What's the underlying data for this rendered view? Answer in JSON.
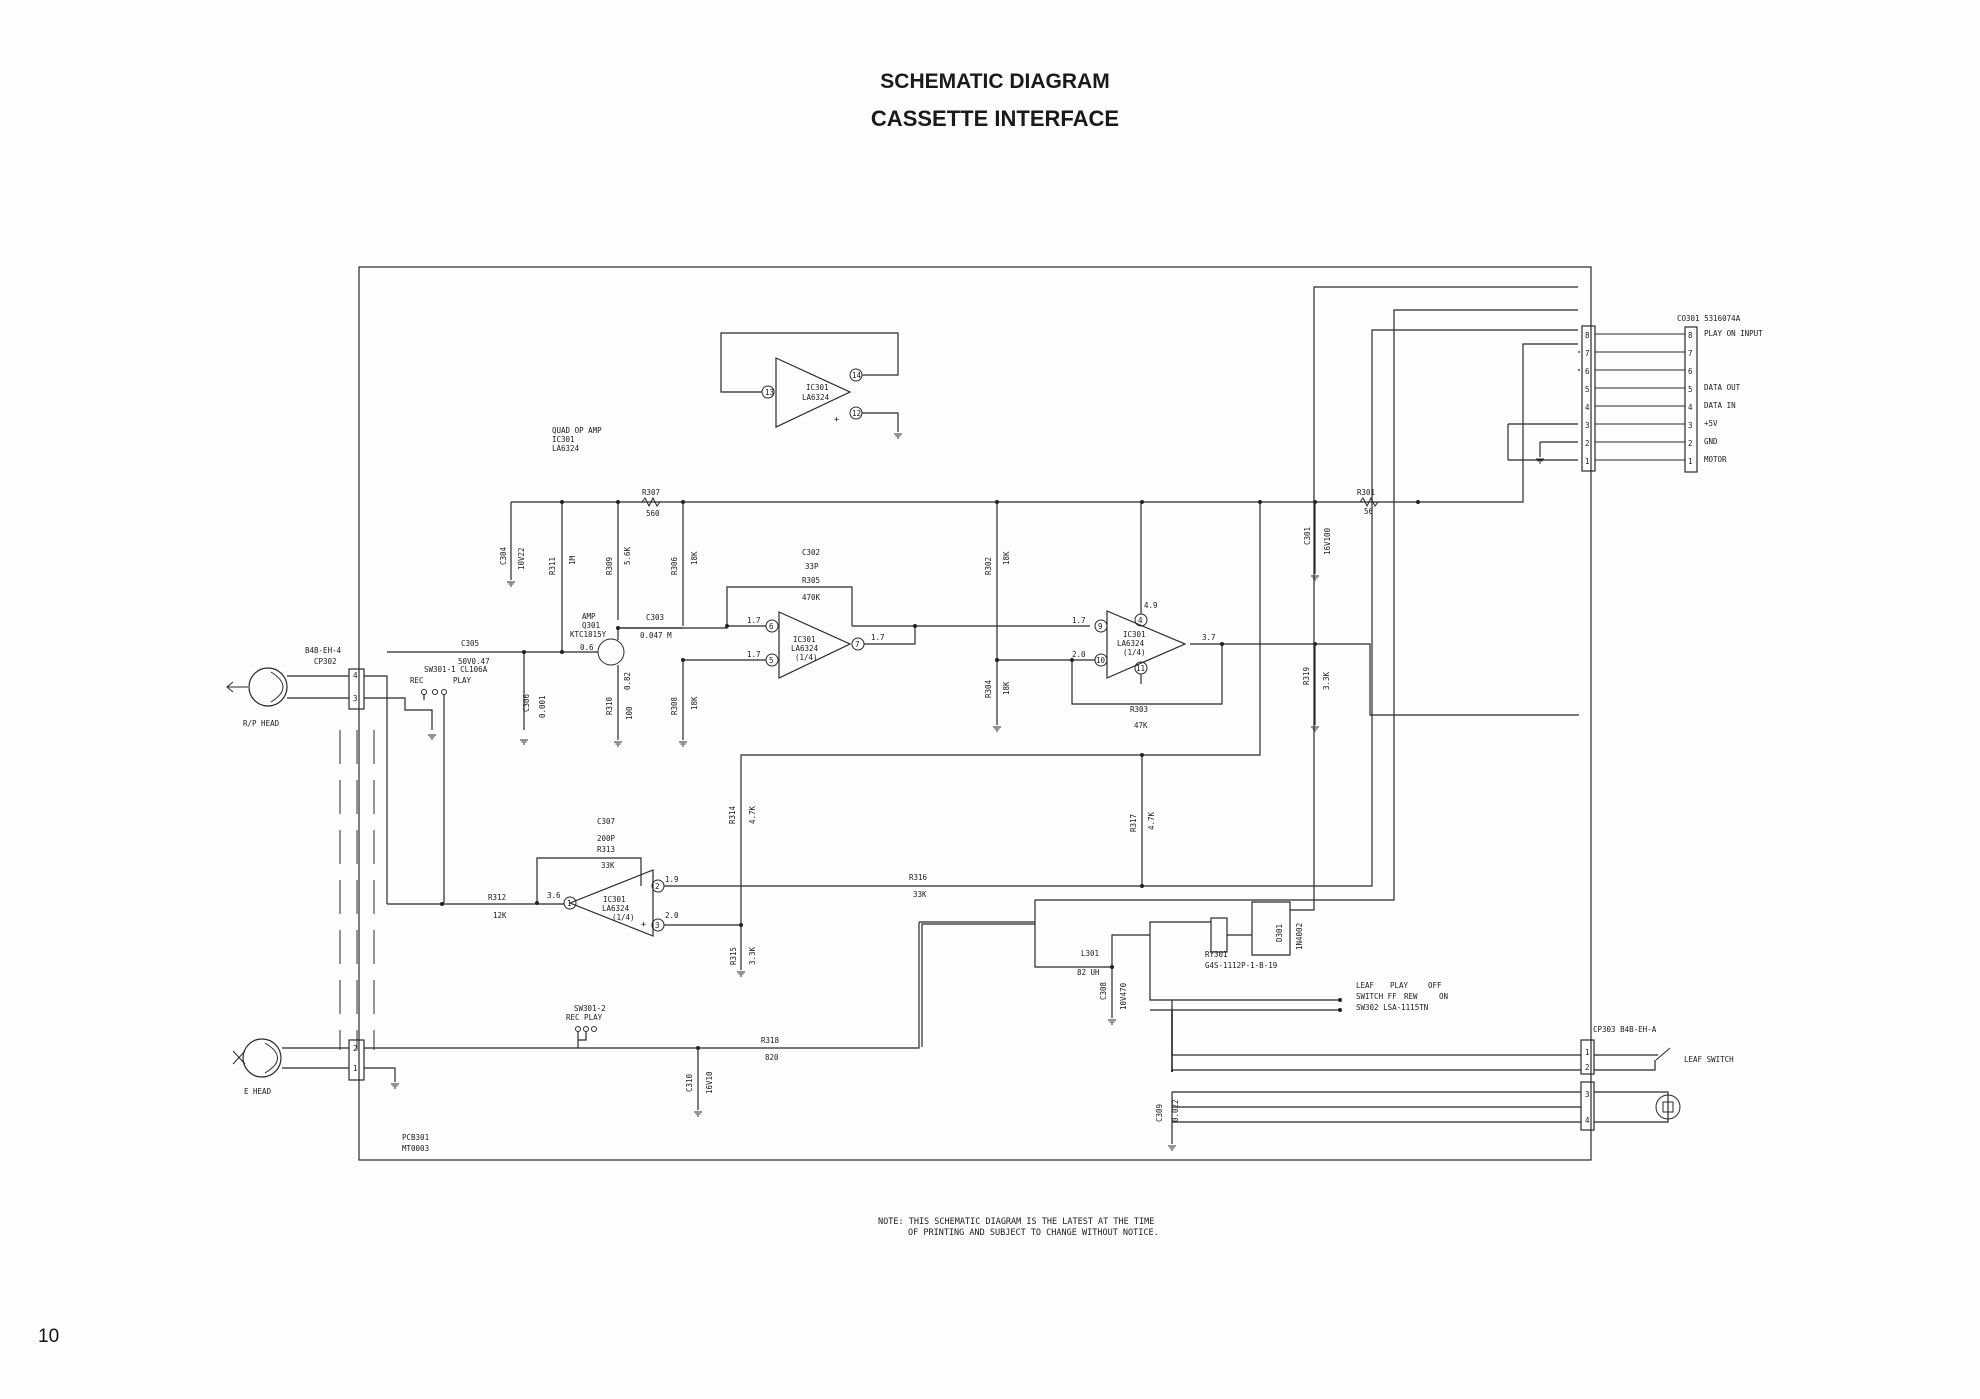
{
  "title": "SCHEMATIC DIAGRAM",
  "subtitle": "CASSETTE INTERFACE",
  "page_number": "10",
  "note": [
    "NOTE: THIS SCHEMATIC DIAGRAM IS THE LATEST AT THE TIME",
    "OF PRINTING AND SUBJECT TO CHANGE WITHOUT NOTICE."
  ],
  "ic_labels": {
    "quad_op_amp": [
      "QUAD OP AMP",
      "IC301",
      "LA6324"
    ],
    "top_ic": [
      "IC301",
      "LA6324"
    ],
    "amp_q301": [
      "AMP",
      "Q301",
      "KTC1815Y"
    ],
    "mid_ic": [
      "IC301",
      "LA6324",
      "(1/4)"
    ],
    "right_ic": [
      "IC301",
      "LA6324",
      "(1/4)"
    ],
    "lower_ic": [
      "IC301",
      "LA6324",
      "(1/4)"
    ]
  },
  "components": {
    "r307": [
      "R307",
      "560"
    ],
    "r301": [
      "R301",
      "56"
    ],
    "c302": [
      "C302",
      "33P"
    ],
    "r305": [
      "R305",
      "470K"
    ],
    "c303": [
      "C303",
      "0.047 M"
    ],
    "c305": [
      "C305",
      "50V0.47"
    ],
    "c304": [
      "C304",
      "10V22"
    ],
    "r311": [
      "R311",
      "1M"
    ],
    "r309": [
      "R309",
      "5.6K"
    ],
    "r306": [
      "R306",
      "18K"
    ],
    "r302": [
      "R302",
      "18K"
    ],
    "c301": [
      "C301",
      "16V100"
    ],
    "c306": [
      "C306",
      "0.001"
    ],
    "r310": [
      "R310",
      "100"
    ],
    "r308": [
      "R308",
      "18K"
    ],
    "r304": [
      "R304",
      "18K"
    ],
    "r303": [
      "R303",
      "47K"
    ],
    "r319": [
      "R319",
      "3.3K"
    ],
    "r314": [
      "R314",
      "4.7K"
    ],
    "r317": [
      "R317",
      "4.7K"
    ],
    "c307": [
      "C307",
      "200P"
    ],
    "r313": [
      "R313",
      "33K"
    ],
    "r312": [
      "R312",
      "12K"
    ],
    "r316": [
      "R316",
      "33K"
    ],
    "r315": [
      "R315",
      "3.3K"
    ],
    "l301": [
      "L301",
      "82 UH"
    ],
    "c308": [
      "C308",
      "10V470"
    ],
    "ry301": [
      "RY301",
      "G4S-1112P-1-B-19"
    ],
    "d301": [
      "D301",
      "1N4002"
    ],
    "r318": [
      "R318",
      "820"
    ],
    "c310": [
      "C310",
      "16V10"
    ],
    "c309": [
      "C309",
      "0.022"
    ]
  },
  "voltages": {
    "q_base": "0.6",
    "q_emit": "0.82",
    "mid_in6": "1.7",
    "mid_in5": "1.7",
    "mid_out": "1.7",
    "right_in9": "1.7",
    "right_in10": "2.0",
    "right_v4": "4.9",
    "right_out": "3.7",
    "low_in": "3.6",
    "low_v2": "1.9",
    "low_v3": "2.0"
  },
  "pins": {
    "top": [
      "13",
      "14",
      "12"
    ],
    "mid": [
      "6",
      "5",
      "7"
    ],
    "right": [
      "9",
      "10",
      "4",
      "11"
    ],
    "low": [
      "1",
      "2",
      "3"
    ]
  },
  "connectors": {
    "cp302": [
      "B4B-EH-4",
      "CP302"
    ],
    "cp302_pins": [
      "4",
      "3",
      "2",
      "1"
    ],
    "cp303": "CP303 B4B-EH-A",
    "cp303_pins": [
      "1",
      "2",
      "3",
      "4"
    ],
    "co301": "CO301 5316074A",
    "co301_pins": [
      "8",
      "7",
      "6",
      "5",
      "4",
      "3",
      "2",
      "1"
    ],
    "co301_signals": [
      "PLAY ON INPUT",
      "",
      "",
      "DATA OUT",
      "DATA IN",
      "+5V",
      "GND",
      "MOTOR"
    ]
  },
  "switches": {
    "sw301_1": [
      "SW301-1 CL106A",
      "REC",
      "PLAY"
    ],
    "sw301_2": [
      "SW301-2",
      "REC PLAY"
    ],
    "leaf": [
      "LEAF",
      "PLAY",
      "OFF",
      "SWITCH FF",
      "REW",
      "ON",
      "SW302 LSA-1115TN"
    ],
    "leaf_switch": "LEAF SWITCH"
  },
  "heads": {
    "rp": "R/P HEAD",
    "e": "E HEAD"
  },
  "pcb": [
    "PCB301",
    "MT0003"
  ],
  "colors": {
    "paper": "#fdfdfc",
    "ink": "#1a1a1a"
  }
}
